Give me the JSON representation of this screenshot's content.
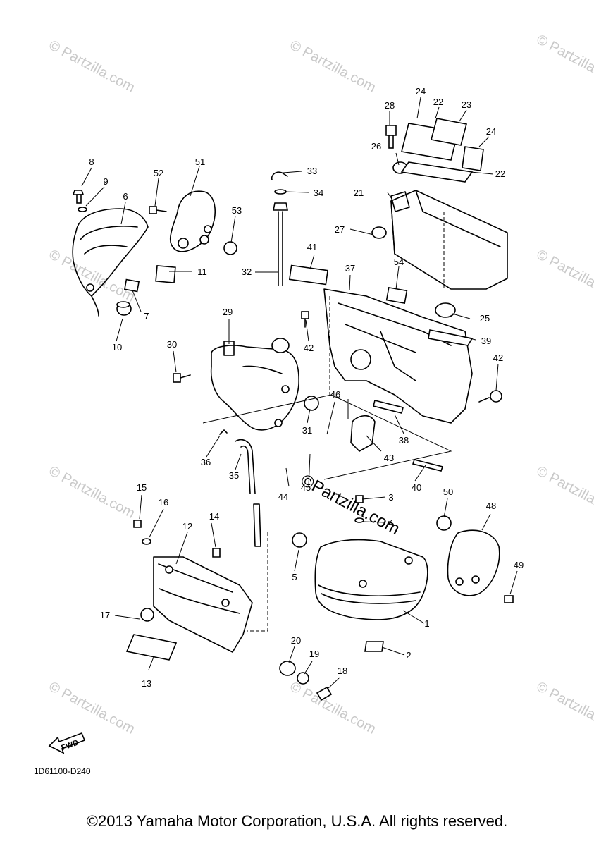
{
  "diagram_code": "1D61100-D240",
  "fwd_label": "FWD",
  "watermark": "© Partzilla.com",
  "watermark_center": "©Partzilla.com",
  "copyright": "©2013 Yamaha Motor Corporation, U.S.A. All rights reserved.",
  "callouts": {
    "c1": "1",
    "c2": "2",
    "c3": "3",
    "c4": "4",
    "c5": "5",
    "c6": "6",
    "c7": "7",
    "c8": "8",
    "c9": "9",
    "c10": "10",
    "c11": "11",
    "c12": "12",
    "c13": "13",
    "c14": "14",
    "c15": "15",
    "c16": "16",
    "c17": "17",
    "c18": "18",
    "c19": "19",
    "c20": "20",
    "c21": "21",
    "c22a": "22",
    "c22b": "22",
    "c23": "23",
    "c24a": "24",
    "c24b": "24",
    "c25": "25",
    "c26": "26",
    "c27": "27",
    "c28": "28",
    "c29": "29",
    "c30": "30",
    "c31": "31",
    "c32": "32",
    "c33": "33",
    "c34": "34",
    "c35": "35",
    "c36": "36",
    "c37": "37",
    "c38": "38",
    "c39": "39",
    "c40": "40",
    "c41": "41",
    "c42a": "42",
    "c42b": "42",
    "c43": "43",
    "c44": "44",
    "c45": "45",
    "c46": "46",
    "c48": "48",
    "c49": "49",
    "c50": "50",
    "c51": "51",
    "c52": "52",
    "c53": "53",
    "c54": "54"
  }
}
